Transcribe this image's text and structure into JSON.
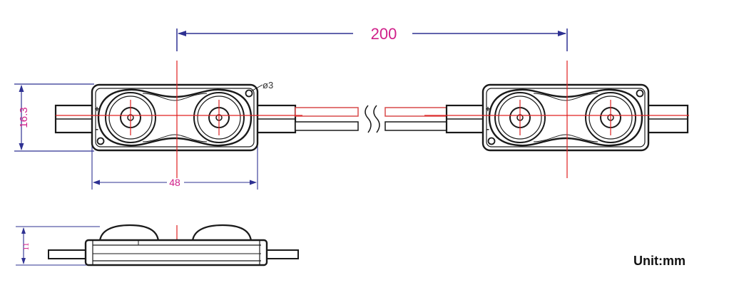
{
  "dimensions": {
    "spacing": "200",
    "module_width": "48",
    "module_height": "16.3",
    "hole_diameter": "ø3",
    "side_height": "11"
  },
  "polarity": {
    "positive": "+",
    "negative": "-"
  },
  "unit_label": "Unit:mm",
  "colors": {
    "dimension_line": "#2e3192",
    "dimension_text": "#d0208a",
    "center_line": "#e02020",
    "outline": "#1a1a1a",
    "red_wire": "#d84a4a",
    "hole_label": "#333333"
  },
  "icons": {
    "break_symbol": "wave-break-icon"
  }
}
